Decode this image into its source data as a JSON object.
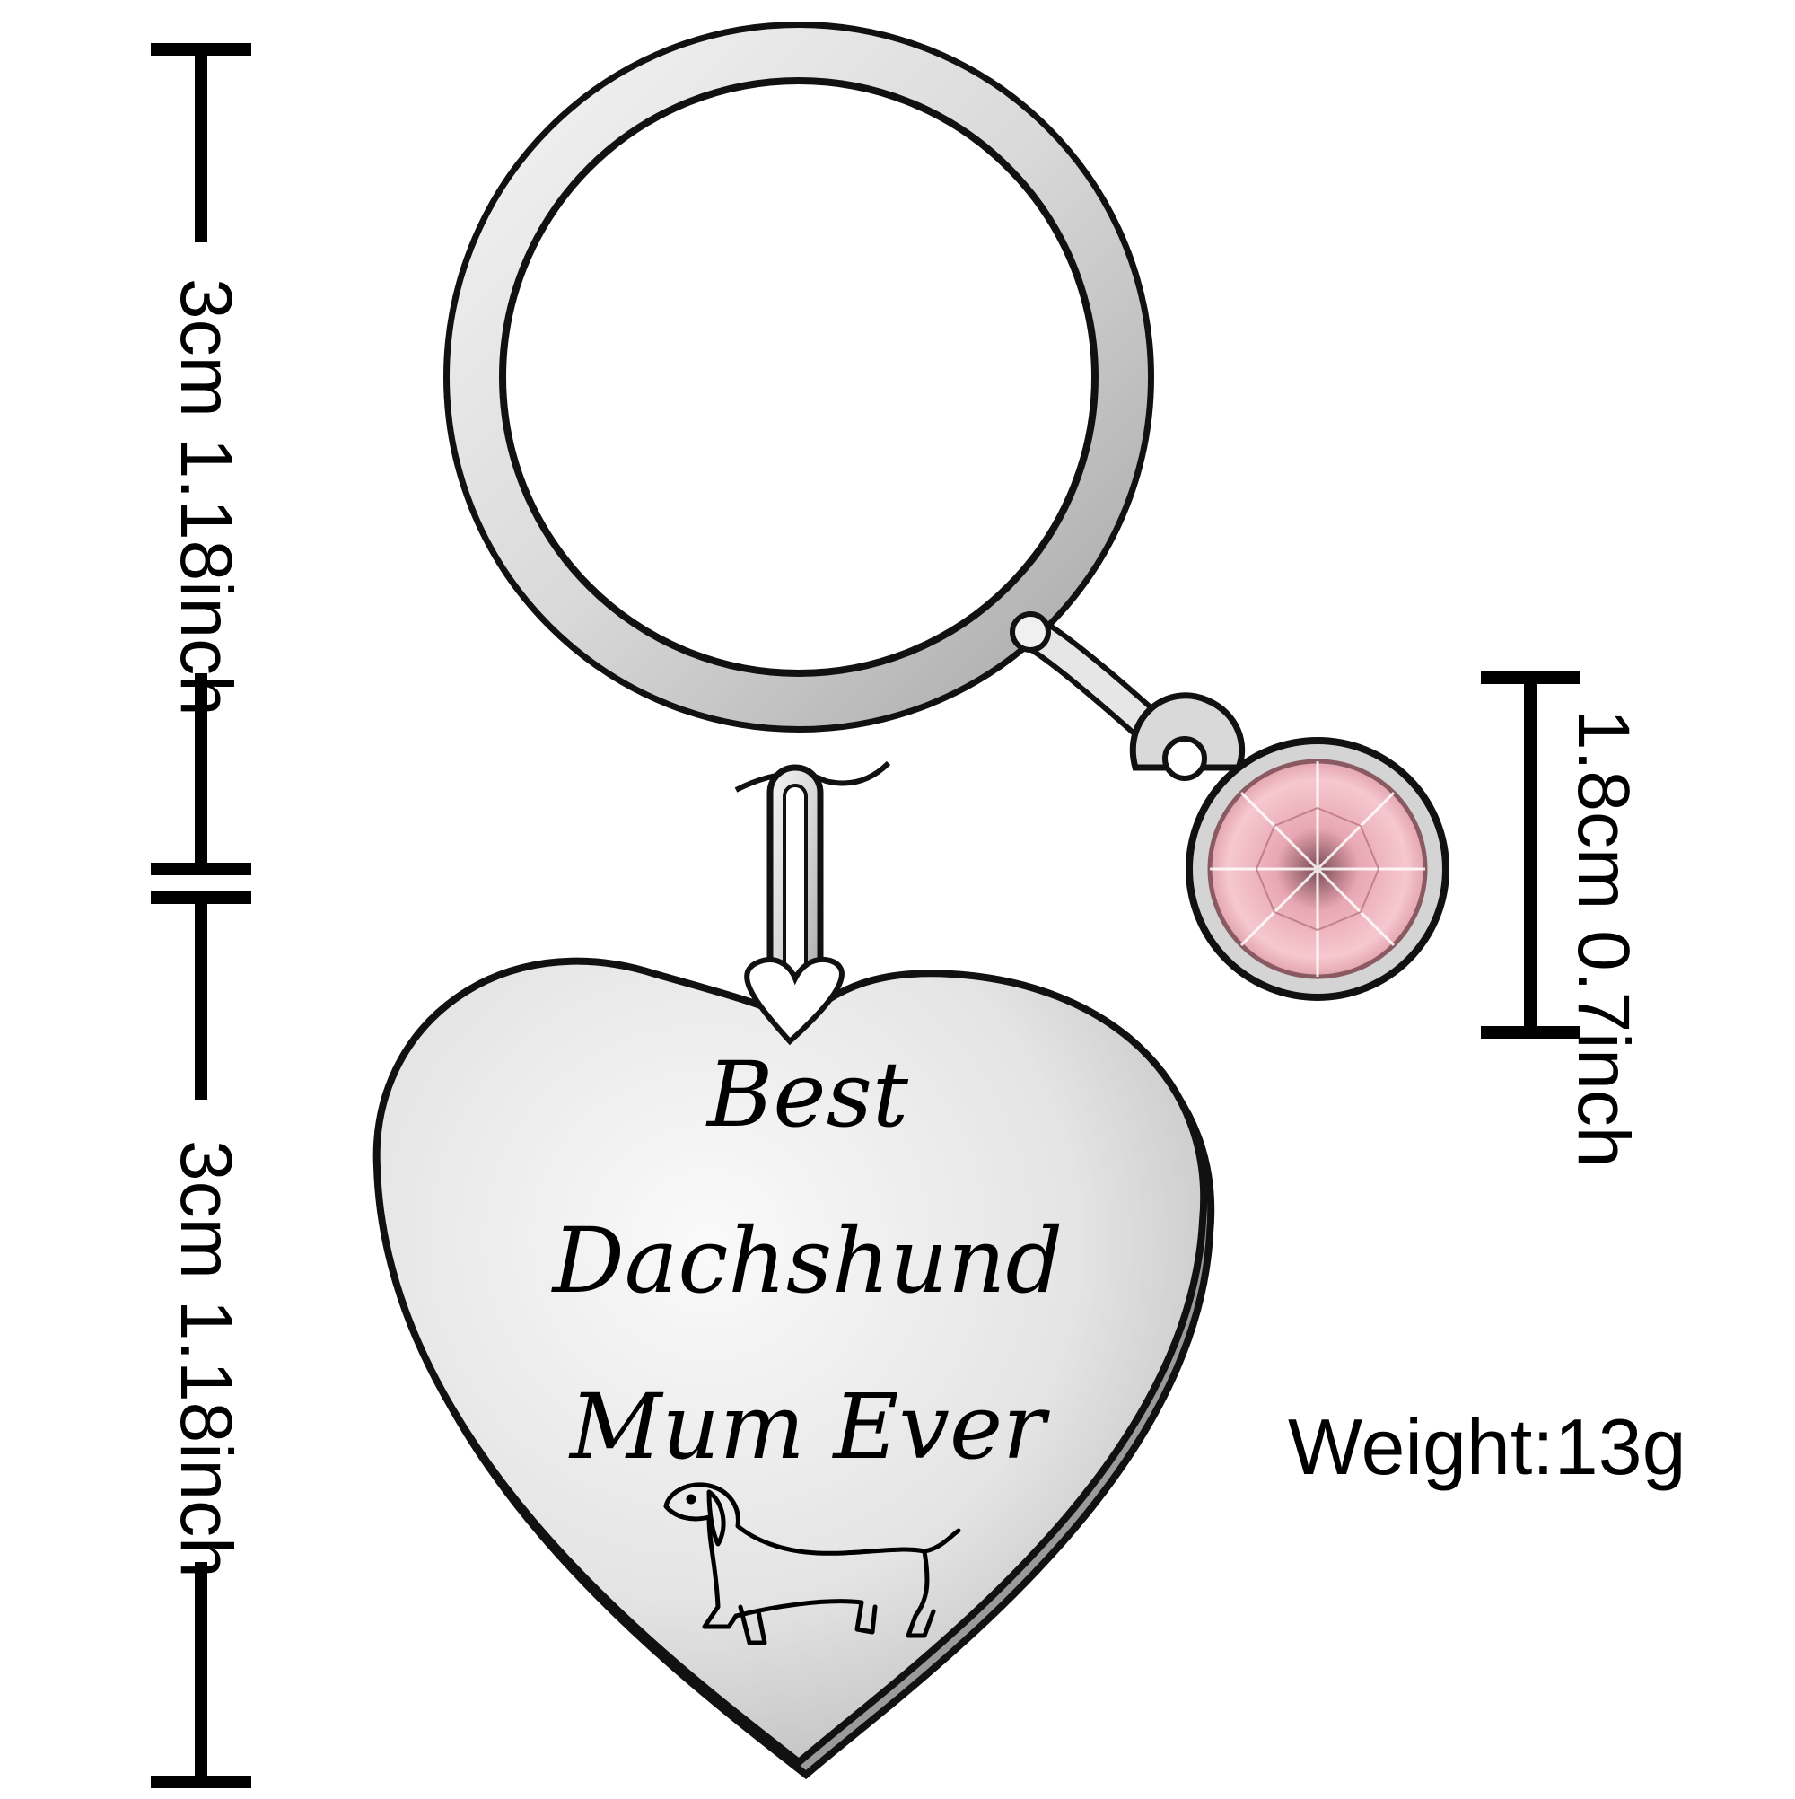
{
  "dimensions": {
    "ring_height": "3cm 1.18inch",
    "pendant_height": "3cm 1.18inch",
    "charm_height": "1.8cm 0.7inch"
  },
  "weight": "Weight:13g",
  "engraving": {
    "line1": "Best",
    "line2": "Dachshund",
    "line3": "Mum Ever"
  },
  "colors": {
    "metal": "#d7d7d7",
    "outline": "#111111",
    "gem": "#f0b3bd"
  },
  "icons": [
    "dachshund-icon",
    "pink-gemstone-icon"
  ]
}
